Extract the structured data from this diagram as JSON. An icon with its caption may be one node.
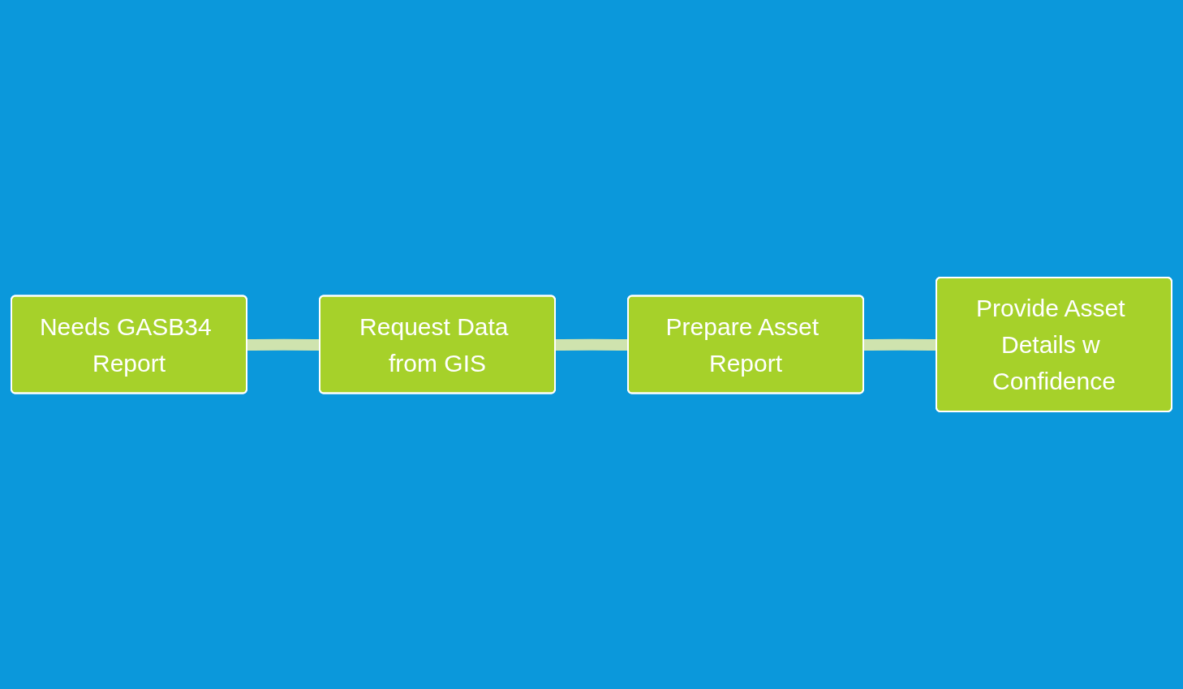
{
  "diagram": {
    "nodes": [
      {
        "text": [
          "Needs GASB34 Report"
        ]
      },
      {
        "text": [
          "Request Data from GIS"
        ]
      },
      {
        "text": [
          "Prepare Asset Report"
        ]
      },
      {
        "text": [
          "Provide Asset Details w Confidence"
        ]
      }
    ],
    "edges": [
      {
        "from": 0,
        "to": 1,
        "arrow": "none"
      },
      {
        "from": 1,
        "to": 2,
        "arrow": "none"
      },
      {
        "from": 2,
        "to": 3,
        "arrow": "none"
      }
    ]
  }
}
